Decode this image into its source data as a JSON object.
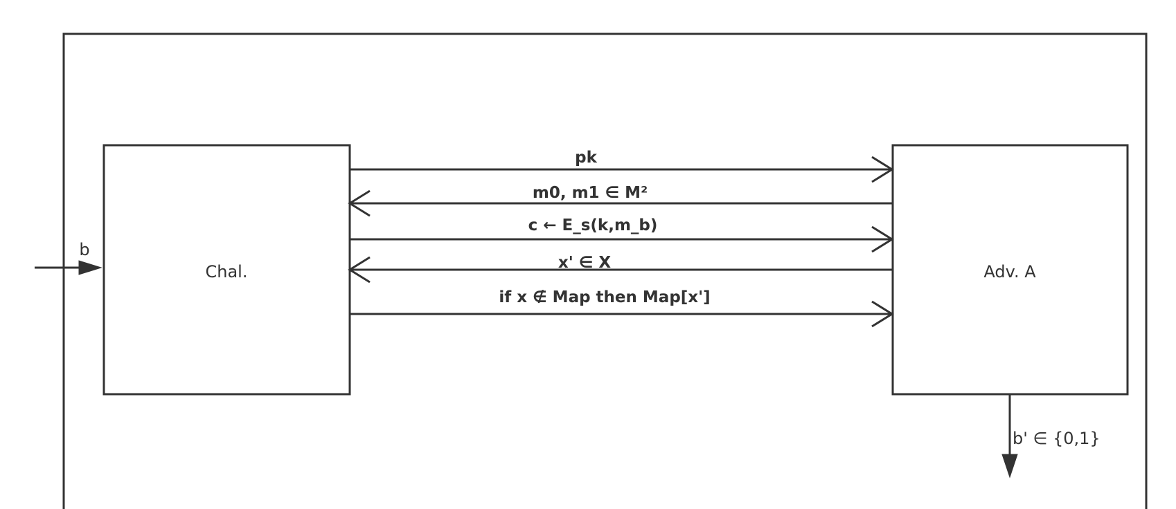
{
  "diagram": {
    "challenger": {
      "label": "Chal."
    },
    "adversary": {
      "label": "Adv. A"
    },
    "input": {
      "label": "b"
    },
    "output": {
      "label": "b' ∈ {0,1}"
    },
    "messages": [
      {
        "label": "pk",
        "direction": "to-adversary"
      },
      {
        "label": "m0, m1 ∈ M²",
        "direction": "to-challenger"
      },
      {
        "label": "c  ←  E_s(k,m_b)",
        "direction": "to-challenger-reply"
      },
      {
        "label": "x' ∈ X",
        "direction": "to-challenger"
      },
      {
        "label": "if x ∉ Map then Map[x']",
        "direction": "to-adversary"
      }
    ]
  }
}
